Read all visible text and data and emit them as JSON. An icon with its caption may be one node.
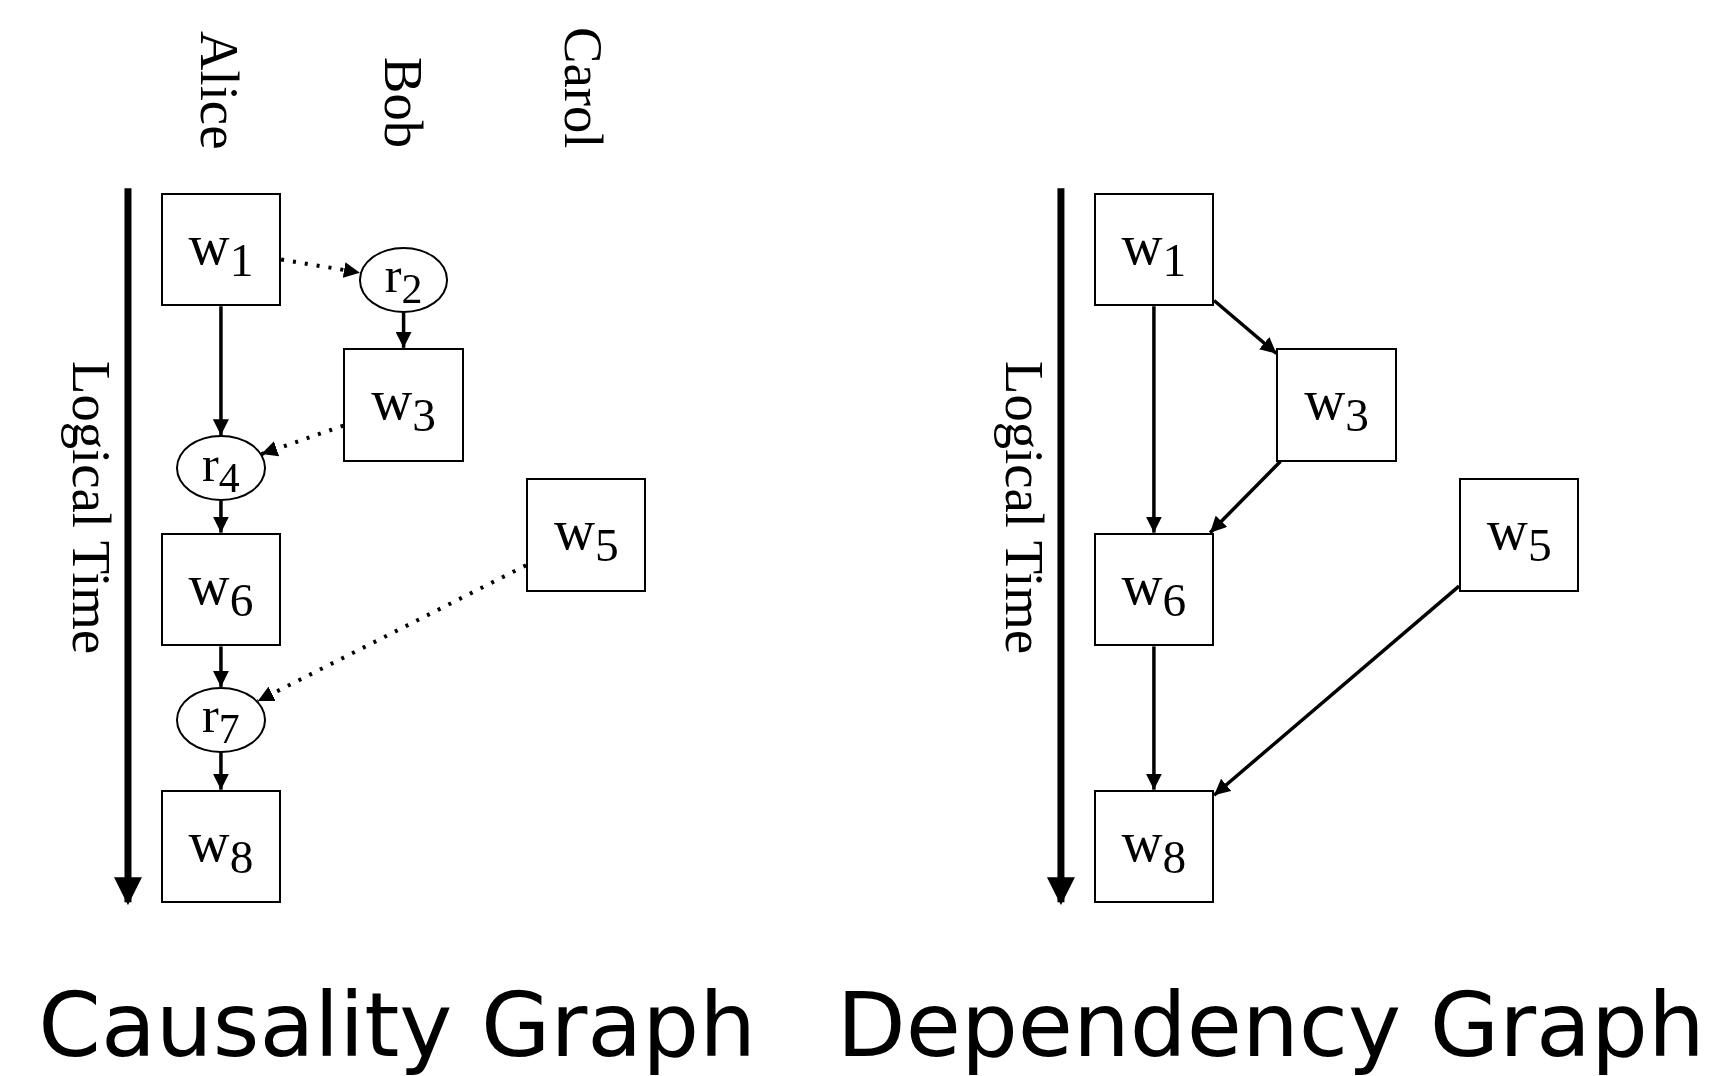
{
  "diagram": {
    "nodes": [
      {
        "text": [
          "w$_{1}$"
        ]
      },
      {
        "text": [
          "r$_{2}$"
        ]
      },
      {
        "text": [
          "w$_{3}$"
        ]
      },
      {
        "text": [
          "r$_{4}$"
        ]
      },
      {
        "text": [
          "w$_{5}$"
        ]
      },
      {
        "text": [
          "w$_{6}$"
        ]
      },
      {
        "text": [
          "r$_{7}$"
        ]
      },
      {
        "text": [
          "w$_{8}$"
        ]
      },
      {
        "text": [
          "w$_{1}$"
        ]
      },
      {
        "text": [
          "w$_{3}$"
        ]
      },
      {
        "text": [
          "w$_{5}$"
        ]
      },
      {
        "text": [
          "w$_{6}$"
        ]
      },
      {
        "text": [
          "w$_{8}$"
        ]
      }
    ],
    "edges": [
      {
        "from": 0,
        "to": 1,
        "arrow": "to",
        "style": "dashed"
      },
      {
        "from": 1,
        "to": 2,
        "arrow": "to"
      },
      {
        "from": 0,
        "to": 3,
        "arrow": "to"
      },
      {
        "from": 2,
        "to": 3,
        "arrow": "to",
        "style": "dashed"
      },
      {
        "from": 3,
        "to": 5,
        "arrow": "to"
      },
      {
        "from": 4,
        "to": 6,
        "arrow": "to",
        "style": "dashed"
      },
      {
        "from": 5,
        "to": 6,
        "arrow": "to"
      },
      {
        "from": 6,
        "to": 7,
        "arrow": "to"
      },
      {
        "from": 8,
        "to": 9,
        "arrow": "to"
      },
      {
        "from": 8,
        "to": 11,
        "arrow": "to"
      },
      {
        "from": 9,
        "to": 11,
        "arrow": "to"
      },
      {
        "from": 11,
        "to": 12,
        "arrow": "to"
      },
      {
        "from": 10,
        "to": 12,
        "arrow": "to"
      }
    ],
    "labels": [
      "Alice",
      "Bob",
      "Carol",
      "Logical Time",
      "Logical Time",
      "Causality Graph",
      "Dependency Graph"
    ]
  }
}
